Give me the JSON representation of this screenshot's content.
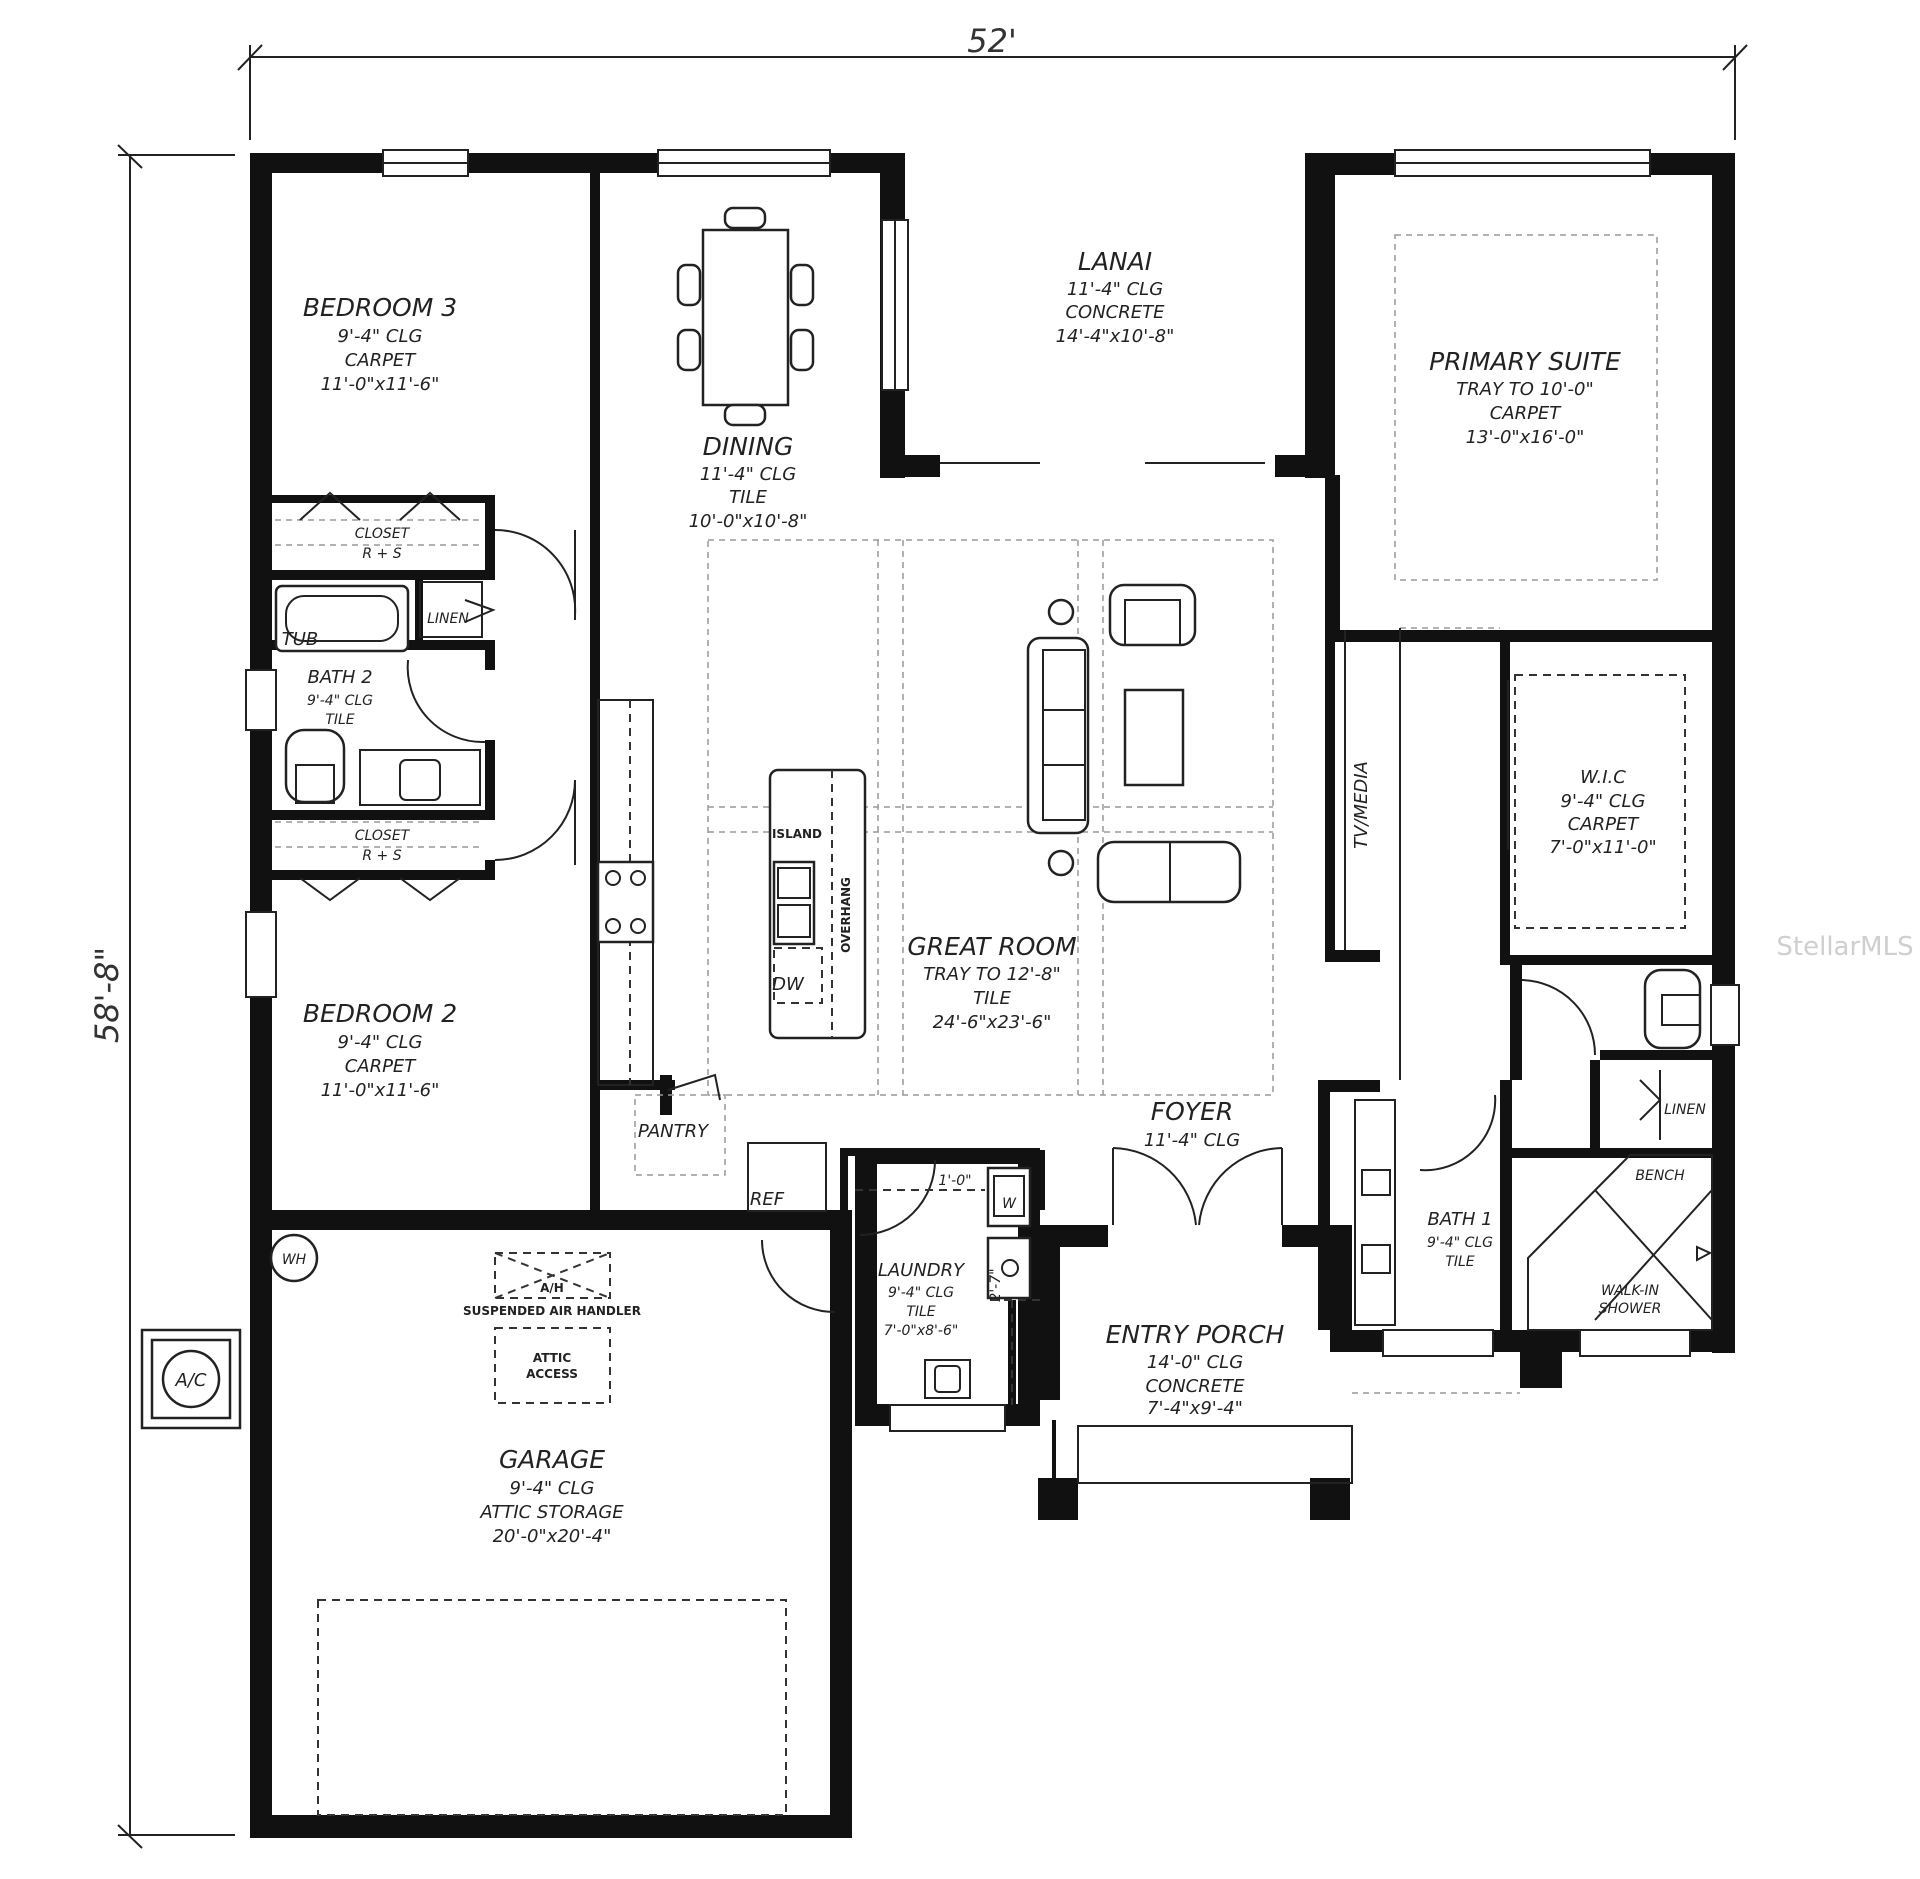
{
  "dimensions": {
    "width_label": "52'",
    "depth_label": "58'-8\""
  },
  "rooms": {
    "bedroom3": {
      "name": "BEDROOM 3",
      "lines": [
        "9'-4\" CLG",
        "CARPET",
        "11'-0\"x11'-6\""
      ]
    },
    "dining": {
      "name": "DINING",
      "lines": [
        "11'-4\" CLG",
        "TILE",
        "10'-0\"x10'-8\""
      ]
    },
    "lanai": {
      "name": "LANAI",
      "lines": [
        "11'-4\" CLG",
        "CONCRETE",
        "14'-4\"x10'-8\""
      ]
    },
    "primary": {
      "name": "PRIMARY SUITE",
      "lines": [
        "TRAY TO 10'-0\"",
        "CARPET",
        "13'-0\"x16'-0\""
      ]
    },
    "bath2": {
      "name": "BATH 2",
      "lines": [
        "9'-4\" CLG",
        "TILE"
      ]
    },
    "wic": {
      "name": "W.I.C",
      "lines": [
        "9'-4\" CLG",
        "CARPET",
        "7'-0\"x11'-0\""
      ]
    },
    "great": {
      "name": "GREAT ROOM",
      "lines": [
        "TRAY TO 12'-8\"",
        "TILE",
        "24'-6\"x23'-6\""
      ]
    },
    "bedroom2": {
      "name": "BEDROOM 2",
      "lines": [
        "9'-4\" CLG",
        "CARPET",
        "11'-0\"x11'-6\""
      ]
    },
    "foyer": {
      "name": "FOYER",
      "lines": [
        "11'-4\" CLG"
      ]
    },
    "laundry": {
      "name": "LAUNDRY",
      "lines": [
        "9'-4\" CLG",
        "TILE",
        "7'-0\"x8'-6\""
      ]
    },
    "entry": {
      "name": "ENTRY PORCH",
      "lines": [
        "14'-0\" CLG",
        "CONCRETE",
        "7'-4\"x9'-4\""
      ]
    },
    "bath1": {
      "name": "BATH 1",
      "lines": [
        "9'-4\" CLG",
        "TILE"
      ]
    },
    "garage": {
      "name": "GARAGE",
      "lines": [
        "9'-4\" CLG",
        "ATTIC STORAGE",
        "20'-0\"x20'-4\""
      ]
    }
  },
  "labels": {
    "closet_top": "CLOSET",
    "closet_top_sub": "R + S",
    "closet_bot": "CLOSET",
    "closet_bot_sub": "R + S",
    "tub": "TUB",
    "linen_left": "LINEN",
    "linen_right": "LINEN",
    "island": "ISLAND",
    "overhang": "OVERHANG",
    "dw": "DW",
    "pantry": "PANTRY",
    "ref": "REF",
    "tv_media": "TV/MEDIA",
    "bench": "BENCH",
    "walk_in_shower": "WALK-IN",
    "walk_in_shower2": "SHOWER",
    "wh": "WH",
    "ah": "A/H",
    "air_handler": "SUSPENDED AIR HANDLER",
    "attic": "ATTIC",
    "attic2": "ACCESS",
    "ac": "A/C",
    "w": "W",
    "laundry_dim1": "1'-0\"",
    "laundry_dim2": "2'-7\"",
    "watermark": "StellarMLS"
  }
}
